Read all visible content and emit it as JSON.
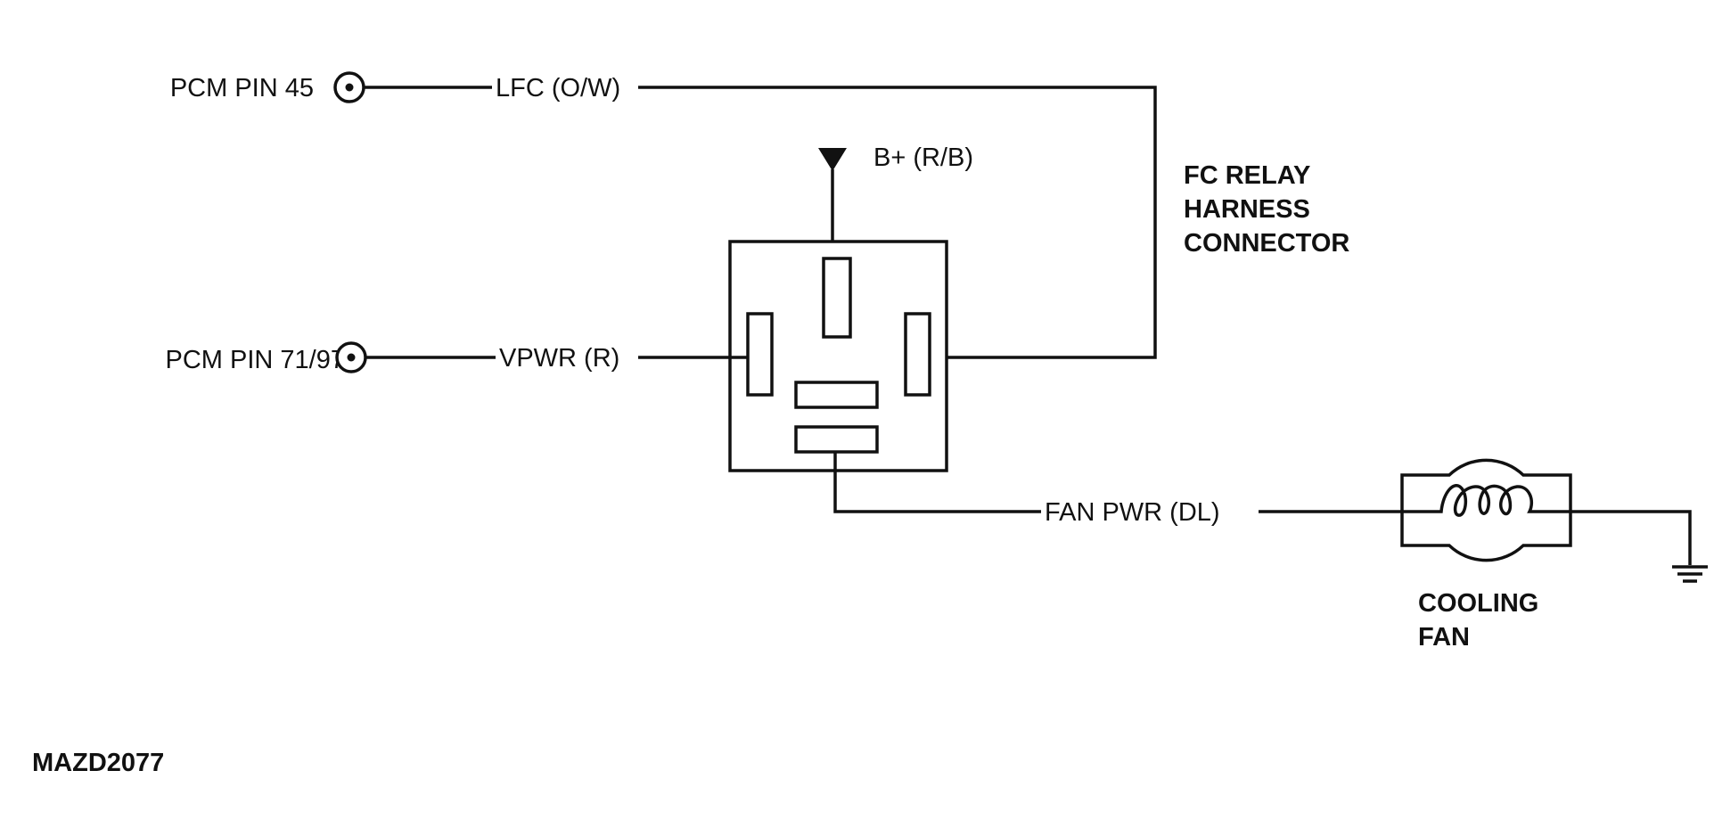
{
  "labels": {
    "pcm_pin_45": "PCM PIN 45",
    "lfc": "LFC (O/W)",
    "b_plus": "B+ (R/B)",
    "fc_relay": [
      "FC RELAY",
      "HARNESS",
      "CONNECTOR"
    ],
    "pcm_pin_71_97": "PCM PIN 71/97",
    "vpwr": "VPWR (R)",
    "fan_pwr": "FAN PWR (DL)",
    "cooling_fan": [
      "COOLING",
      "FAN"
    ],
    "figure_id": "MAZD2077"
  }
}
